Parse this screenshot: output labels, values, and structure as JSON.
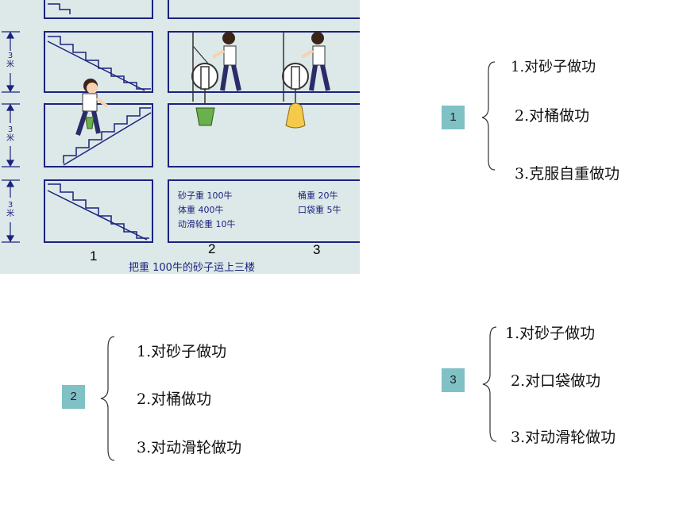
{
  "figure": {
    "dimension_label": "3米",
    "info_left": [
      "砂子重 100牛",
      "体重 400牛",
      "动滑轮重 10牛"
    ],
    "info_right": [
      "桶重 20牛",
      "口袋重 5牛"
    ],
    "method_numbers": [
      "1",
      "2",
      "3"
    ],
    "caption": "把重 100牛的砂子运上三楼"
  },
  "groups": [
    {
      "badge": "1",
      "items": [
        "1.对砂子做功",
        "2.对桶做功",
        "3.克服自重做功"
      ]
    },
    {
      "badge": "2",
      "items": [
        "1.对砂子做功",
        "2.对桶做功",
        "3.对动滑轮做功"
      ]
    },
    {
      "badge": "3",
      "items": [
        "1.对砂子做功",
        "2.对口袋做功",
        "3.对动滑轮做功"
      ]
    }
  ],
  "colors": {
    "badge_bg": "#7fc1c5",
    "figure_bg": "#dde8e8",
    "figure_ink": "#1a237e",
    "bucket": "#6ab04c",
    "bag": "#f5c94a"
  }
}
